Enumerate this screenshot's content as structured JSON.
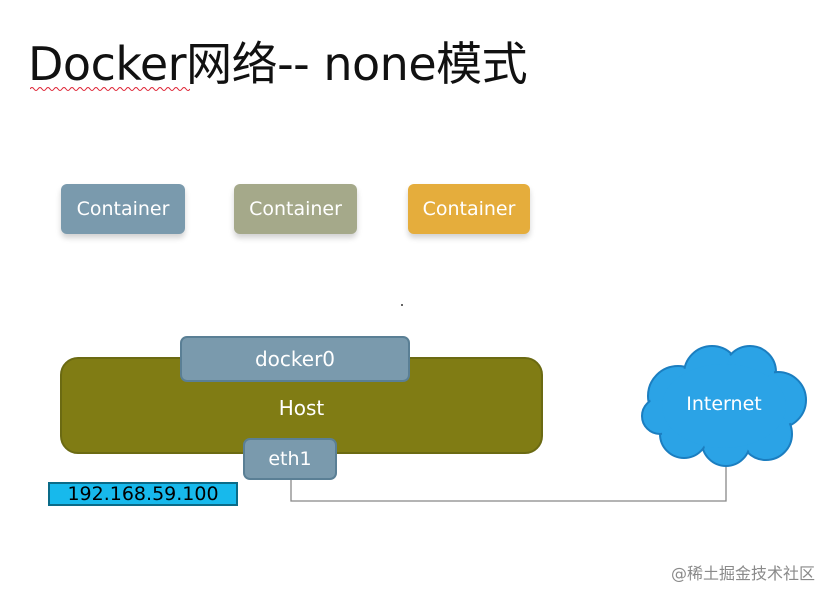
{
  "title": "Docker网络-- none模式",
  "containers": [
    {
      "label": "Container",
      "color": "#7a9aad"
    },
    {
      "label": "Container",
      "color": "#a5a98a"
    },
    {
      "label": "Container",
      "color": "#e5ad3c"
    }
  ],
  "host": {
    "label": "Host",
    "color": "#807c14"
  },
  "bridge": {
    "label": "docker0",
    "color": "#7a9aad"
  },
  "interface": {
    "label": "eth1",
    "color": "#7a9aad"
  },
  "ip_address": {
    "label": "192.168.59.100",
    "color": "#17b9ec"
  },
  "cloud": {
    "label": "Internet",
    "color": "#2ba3e6"
  },
  "watermark": "@稀土掘金技术社区"
}
